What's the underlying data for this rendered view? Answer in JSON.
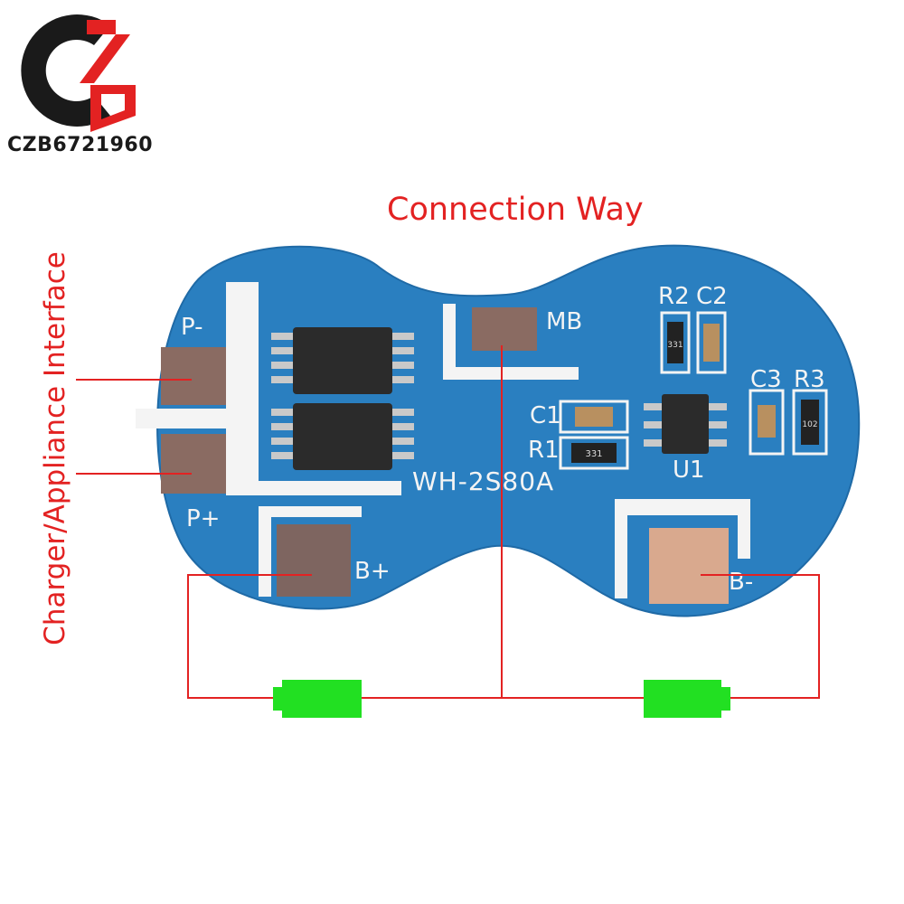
{
  "logo": {
    "text": "CZB6721960"
  },
  "title": "Connection Way",
  "side_label": "Charger/Appliance Interface",
  "board": {
    "model": "WH-2S80A",
    "labels": {
      "p_minus": "P-",
      "p_plus": "P+",
      "b_plus": "B+",
      "b_minus": "B-",
      "mb": "MB",
      "r2": "R2",
      "c2": "C2",
      "c3": "C3",
      "r3": "R3",
      "c1": "C1",
      "r1": "R1",
      "u1": "U1",
      "r1_code": "331",
      "r2_code": "331",
      "r3_code": "102"
    }
  },
  "colors": {
    "pcb": "#2a7fc0",
    "wire": "#e32222",
    "battery": "#22e022",
    "pad": "#8a6b62"
  }
}
